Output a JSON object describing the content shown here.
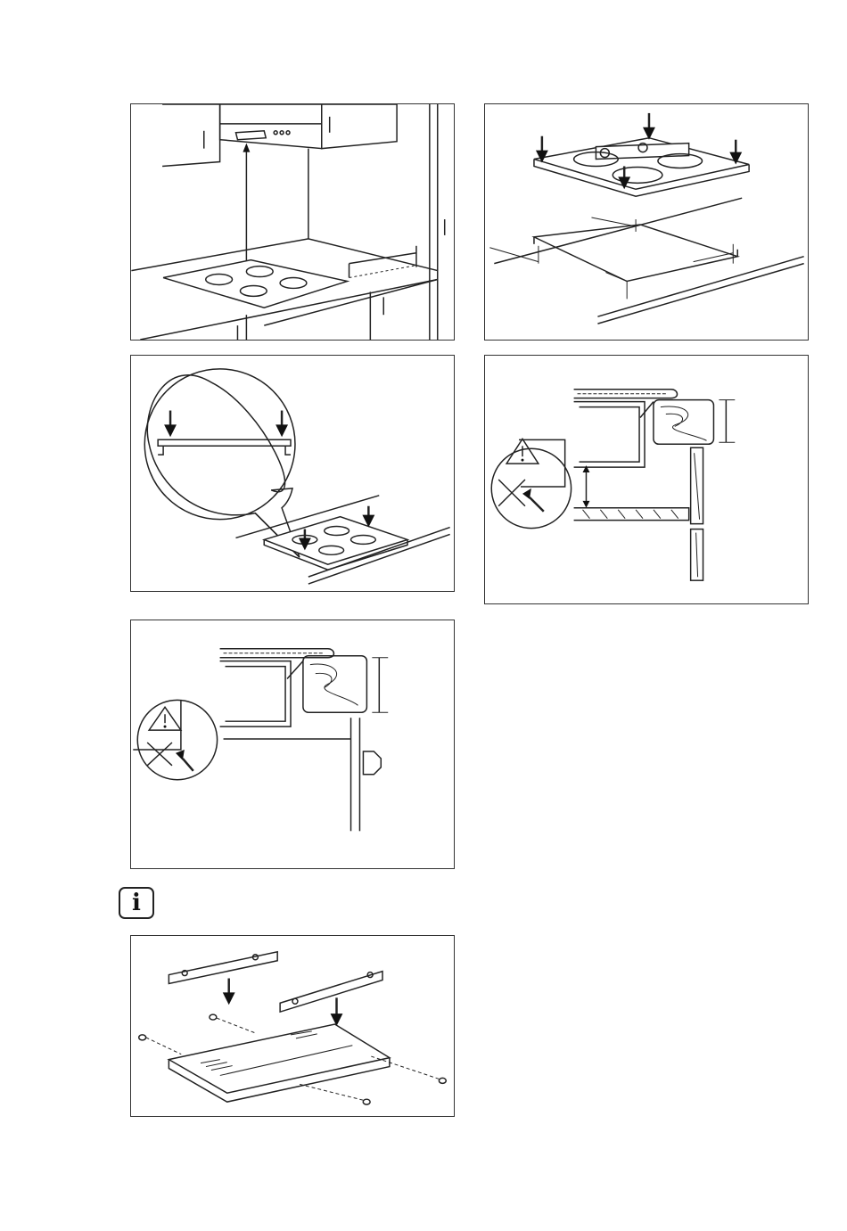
{
  "figures": [
    {
      "id": "hob-under-cooker-hood",
      "icons": [
        "cooker-hood",
        "hob",
        "double-arrow"
      ]
    },
    {
      "id": "hob-cutout-dimensions",
      "icons": [
        "hob",
        "down-arrow",
        "worktop-cutout"
      ]
    },
    {
      "id": "hob-seal-detail",
      "icons": [
        "magnifier-circle",
        "down-arrow",
        "hob"
      ]
    },
    {
      "id": "hob-clearance-drawer",
      "icons": [
        "warning-icon",
        "cross-icon",
        "wood-section"
      ]
    },
    {
      "id": "hob-clearance-door",
      "icons": [
        "warning-icon",
        "cross-icon",
        "wood-section"
      ]
    },
    {
      "id": "protection-box-assembly",
      "icons": [
        "bracket",
        "screw",
        "down-arrow"
      ]
    }
  ],
  "info_icon": {
    "glyph": "i",
    "icon": "info-icon"
  },
  "colors": {
    "line": "#222222",
    "background": "#ffffff"
  }
}
